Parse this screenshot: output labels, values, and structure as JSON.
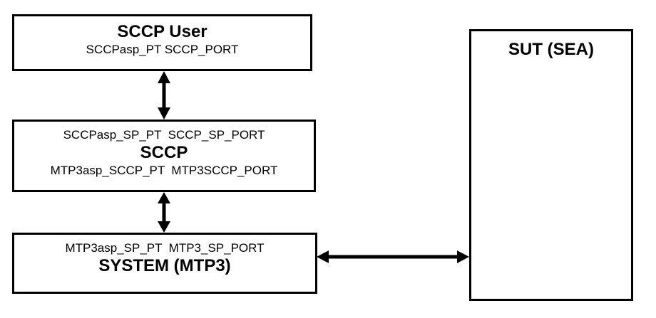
{
  "diagram": {
    "background_color": "#ffffff",
    "line_color": "#000000",
    "boxes": {
      "sccp_user": {
        "title": "SCCP User",
        "ports_line": "SCCPasp_PT SCCP_PORT"
      },
      "sccp": {
        "upper_ports_line": "SCCPasp_SP_PT  SCCP_SP_PORT",
        "title": "SCCP",
        "lower_ports_line": "MTP3asp_SCCP_PT  MTP3SCCP_PORT"
      },
      "system_mtp3": {
        "ports_line": "MTP3asp_SP_PT  MTP3_SP_PORT",
        "title": "SYSTEM (MTP3)"
      },
      "sut": {
        "title": "SUT (SEA)"
      }
    },
    "connections": [
      {
        "from": "SCCP User",
        "to": "SCCP",
        "type": "bidirectional-arrow",
        "orientation": "vertical"
      },
      {
        "from": "SCCP",
        "to": "SYSTEM (MTP3)",
        "type": "bidirectional-arrow",
        "orientation": "vertical"
      },
      {
        "from": "SYSTEM (MTP3)",
        "to": "SUT (SEA)",
        "type": "bidirectional-arrow",
        "orientation": "horizontal"
      }
    ]
  }
}
